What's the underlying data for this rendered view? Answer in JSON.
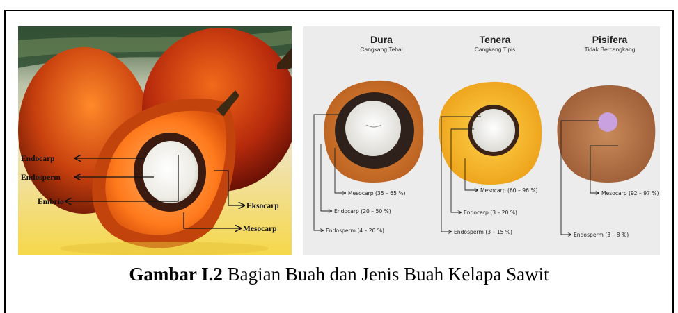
{
  "left_photo": {
    "labels": {
      "endocarp": "Endocarp",
      "endosperm": "Endosperm",
      "embrio": "Embrio",
      "eksocarp": "Eksocarp",
      "mesocarp": "Mesocarp"
    }
  },
  "right_panel": {
    "types": [
      {
        "title": "Dura",
        "subtitle": "Cangkang Tebal",
        "mesocarp": "Mesocarp (35 – 65 %)",
        "endocarp": "Endocarp (20 – 50 %)",
        "endosperm": "Endosperm (4 – 20 %)"
      },
      {
        "title": "Tenera",
        "subtitle": "Cangkang Tipis",
        "mesocarp": "Mesocarp (60 – 96 %)",
        "endocarp": "Endocarp (3 – 20 %)",
        "endosperm": "Endosperm (3 – 15 %)"
      },
      {
        "title": "Pisifera",
        "subtitle": "Tidak Bercangkang",
        "mesocarp": "Mesocarp (92 – 97 %)",
        "endosperm": "Endosperm (3 – 8 %)"
      }
    ]
  },
  "caption": {
    "bold": "Gambar I.2",
    "text": " Bagian Buah dan Jenis Buah Kelapa Sawit"
  }
}
